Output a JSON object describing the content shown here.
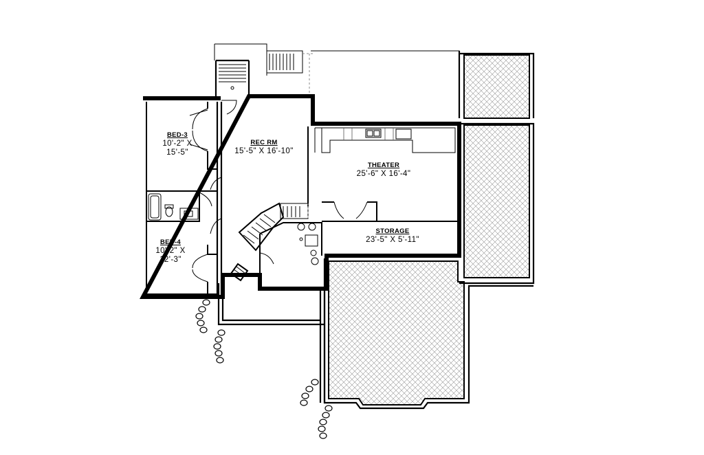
{
  "rooms": {
    "bed3": {
      "name": "BED-3",
      "dim_line1": "10'-2\" X",
      "dim_line2": "15'-5\""
    },
    "rec": {
      "name": "REC RM",
      "dim": "15'-5\" X 16'-10\""
    },
    "theater": {
      "name": "THEATER",
      "dim": "25'-6\" X 16'-4\""
    },
    "storage": {
      "name": "STORAGE",
      "dim": "23'-5\" X 5'-11\""
    },
    "bed4": {
      "name": "BED-4",
      "dim_line1": "10'-2\" X",
      "dim_line2": "12'-3\""
    }
  }
}
